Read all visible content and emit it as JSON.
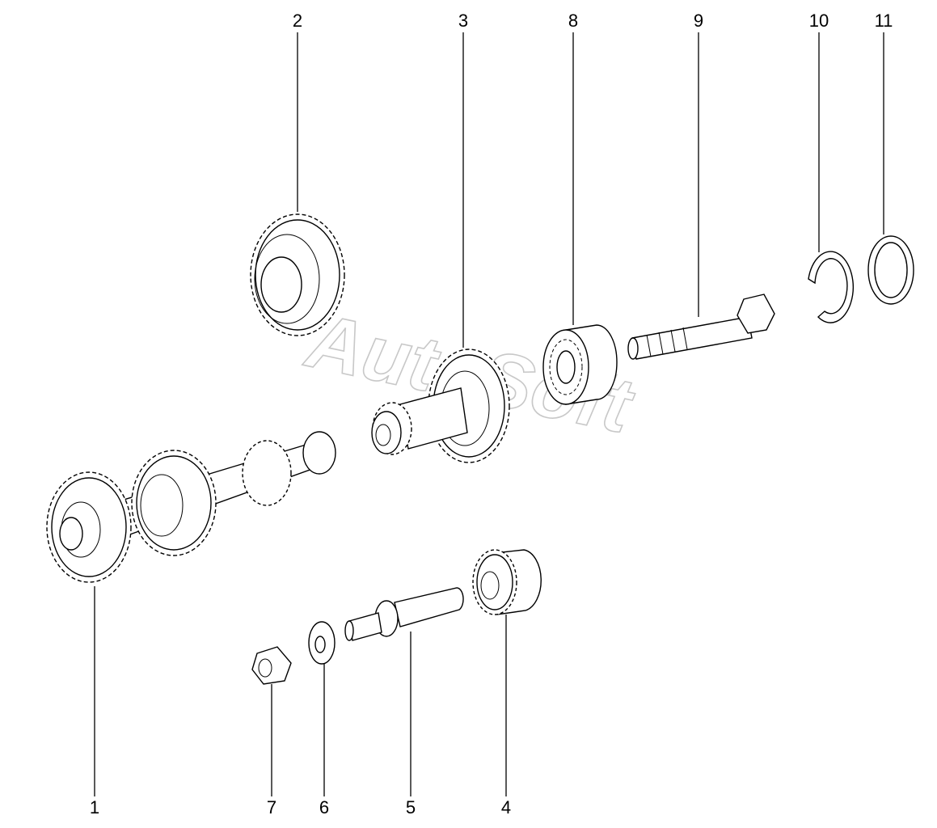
{
  "diagram": {
    "watermark": "AutoSoft",
    "callouts": [
      {
        "id": "c1",
        "label": "1"
      },
      {
        "id": "c2",
        "label": "2"
      },
      {
        "id": "c3",
        "label": "3"
      },
      {
        "id": "c4",
        "label": "4"
      },
      {
        "id": "c5",
        "label": "5"
      },
      {
        "id": "c6",
        "label": "6"
      },
      {
        "id": "c7",
        "label": "7"
      },
      {
        "id": "c8",
        "label": "8"
      },
      {
        "id": "c9",
        "label": "9"
      },
      {
        "id": "c10",
        "label": "10"
      },
      {
        "id": "c11",
        "label": "11"
      }
    ]
  }
}
